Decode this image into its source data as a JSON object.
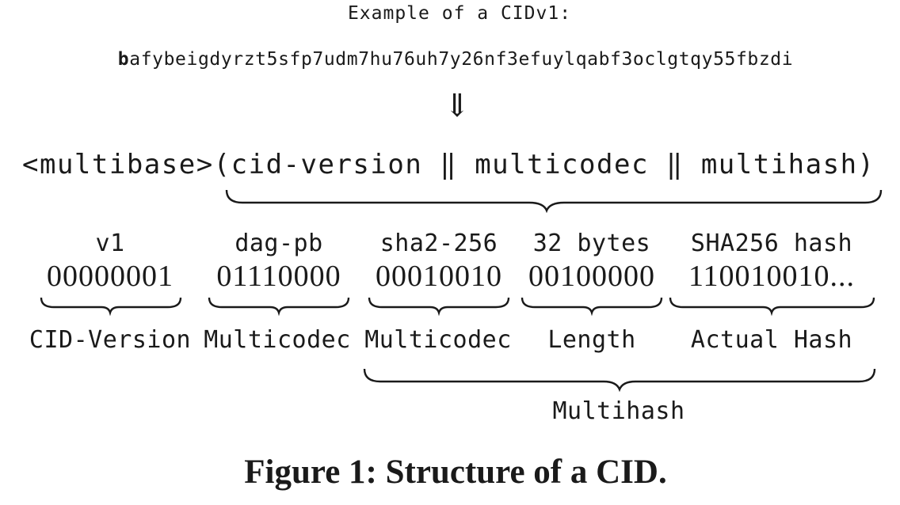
{
  "example": {
    "heading": "Example of a CIDv1:",
    "cid_prefix": "b",
    "cid_rest": "afybeigdyrzt5sfp7udm7hu76uh7y26nf3efuylqabf3oclgtqy55fbzdi",
    "arrow": "⇓"
  },
  "formula": "<multibase>(cid-version  ‖  multicodec  ‖  multihash)",
  "fields": [
    {
      "label": "v1",
      "binary": "00000001",
      "part": "CID-Version"
    },
    {
      "label": "dag-pb",
      "binary": "01110000",
      "part": "Multicodec"
    },
    {
      "label": "sha2-256",
      "binary": "00010010",
      "part": "Multicodec"
    },
    {
      "label": "32 bytes",
      "binary": "00100000",
      "part": "Length"
    },
    {
      "label": "SHA256 hash",
      "binary": "110010010...",
      "part": "Actual Hash"
    }
  ],
  "multihash_label": "Multihash",
  "caption": "Figure 1: Structure of a CID."
}
